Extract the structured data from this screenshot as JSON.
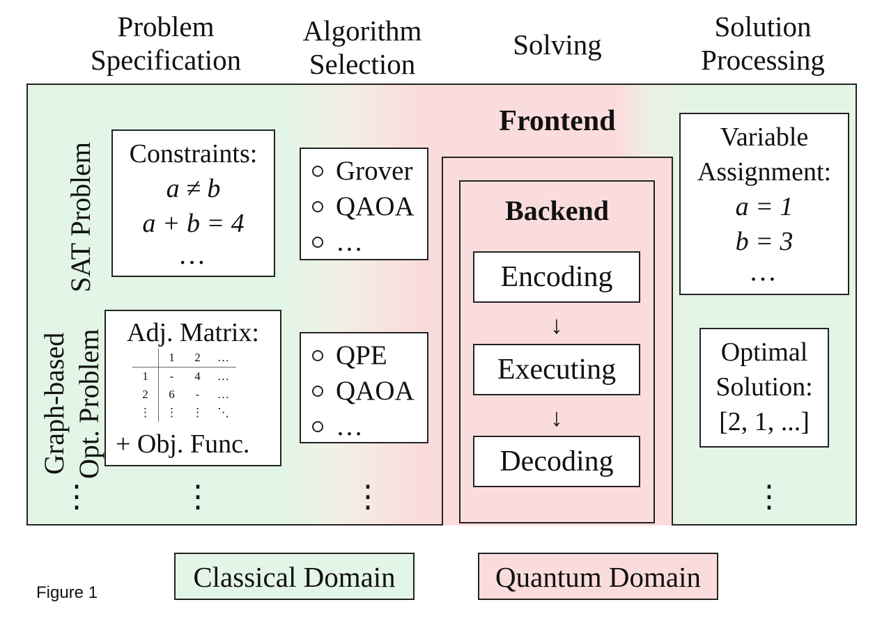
{
  "headers": {
    "problem_spec": [
      "Problem",
      "Specification"
    ],
    "algorithm_selection": [
      "Algorithm",
      "Selection"
    ],
    "solving": "Solving",
    "solution_processing": [
      "Solution",
      "Processing"
    ]
  },
  "side_labels": {
    "sat_problem": "SAT Problem",
    "graph_based": "Graph-based",
    "opt_problem": "Opt. Problem"
  },
  "constraints_box": {
    "title": "Constraints:",
    "lines": [
      "a ≠ b",
      "a + b = 4"
    ],
    "ellipsis": "…"
  },
  "adj_box": {
    "title": "Adj. Matrix:",
    "table": {
      "header": [
        "",
        "1",
        "2",
        "…"
      ],
      "rows": [
        [
          "1",
          "-",
          "4",
          "…"
        ],
        [
          "2",
          "6",
          "-",
          "…"
        ],
        [
          "⋮",
          "⋮",
          "⋮",
          "⋱"
        ]
      ]
    },
    "footer": "+ Obj. Func."
  },
  "algo_box_1": [
    "Grover",
    "QAOA",
    "…"
  ],
  "algo_box_2": [
    "QPE",
    "QAOA",
    "…"
  ],
  "frontend": {
    "label": "Frontend"
  },
  "backend": {
    "label": "Backend",
    "stages": [
      "Encoding",
      "Executing",
      "Decoding"
    ],
    "arrow": "↓"
  },
  "variable_box": {
    "title": [
      "Variable",
      "Assignment:"
    ],
    "lines": [
      "a = 1",
      "b = 3"
    ],
    "ellipsis": "…"
  },
  "optimal_box": {
    "title": [
      "Optimal",
      "Solution:"
    ],
    "value": "[2, 1, ...]"
  },
  "vdots": "⋮",
  "legend": {
    "classical": "Classical Domain",
    "quantum": "Quantum Domain"
  },
  "caption": "Figure 1",
  "colors": {
    "classical": "#e3f5e6",
    "quantum": "#fbdcdc",
    "border": "#222222"
  }
}
